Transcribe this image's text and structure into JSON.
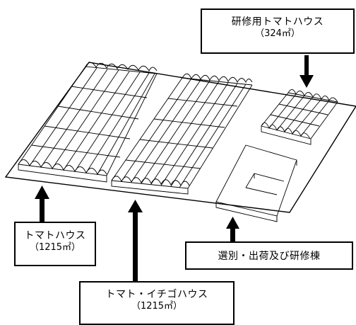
{
  "labels": {
    "training_house": {
      "name": "研修用トマトハウス",
      "area": "（324㎡）"
    },
    "tomato_house": {
      "name": "トマトハウス",
      "area": "（1215㎡）"
    },
    "tomato_strawberry_house": {
      "name": "トマト・イチゴハウス",
      "area": "（1215㎡）"
    },
    "sorting_building": {
      "name": "選別・出荷及び研修棟"
    }
  },
  "colors": {
    "line": "#000000",
    "background": "#ffffff"
  }
}
